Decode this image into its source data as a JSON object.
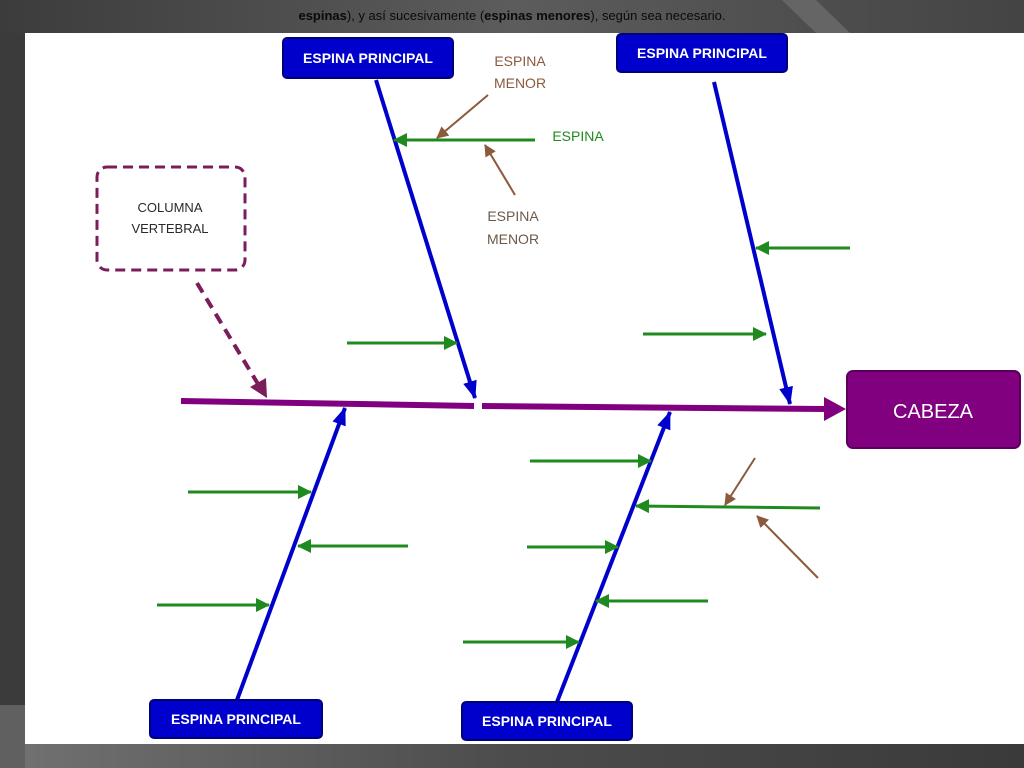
{
  "slide": {
    "caption": {
      "part1_bold": "espinas",
      "part2": "), y así sucesivamente (",
      "part3_bold": "espinas menores",
      "part4": "), según sea necesario."
    }
  },
  "diagram": {
    "head": {
      "label": "CABEZA"
    },
    "spine_callout": {
      "lines": [
        "COLUMNA",
        "VERTEBRAL"
      ]
    },
    "main_bones": [
      {
        "label": "ESPINA PRINCIPAL"
      },
      {
        "label": "ESPINA PRINCIPAL"
      },
      {
        "label": "ESPINA PRINCIPAL"
      },
      {
        "label": "ESPINA PRINCIPAL"
      }
    ],
    "callouts": {
      "bone": "ESPINA",
      "minor_bone_upper": [
        "ESPINA",
        "MENOR"
      ],
      "minor_bone_lower": [
        "ESPINA",
        "MENOR"
      ]
    }
  },
  "colors": {
    "spine": "#800080",
    "main_bone": "#0000cc",
    "bone": "#1f8a1f",
    "minor_bone": "#8b5a3c",
    "callout_border": "#7b1c5b"
  }
}
